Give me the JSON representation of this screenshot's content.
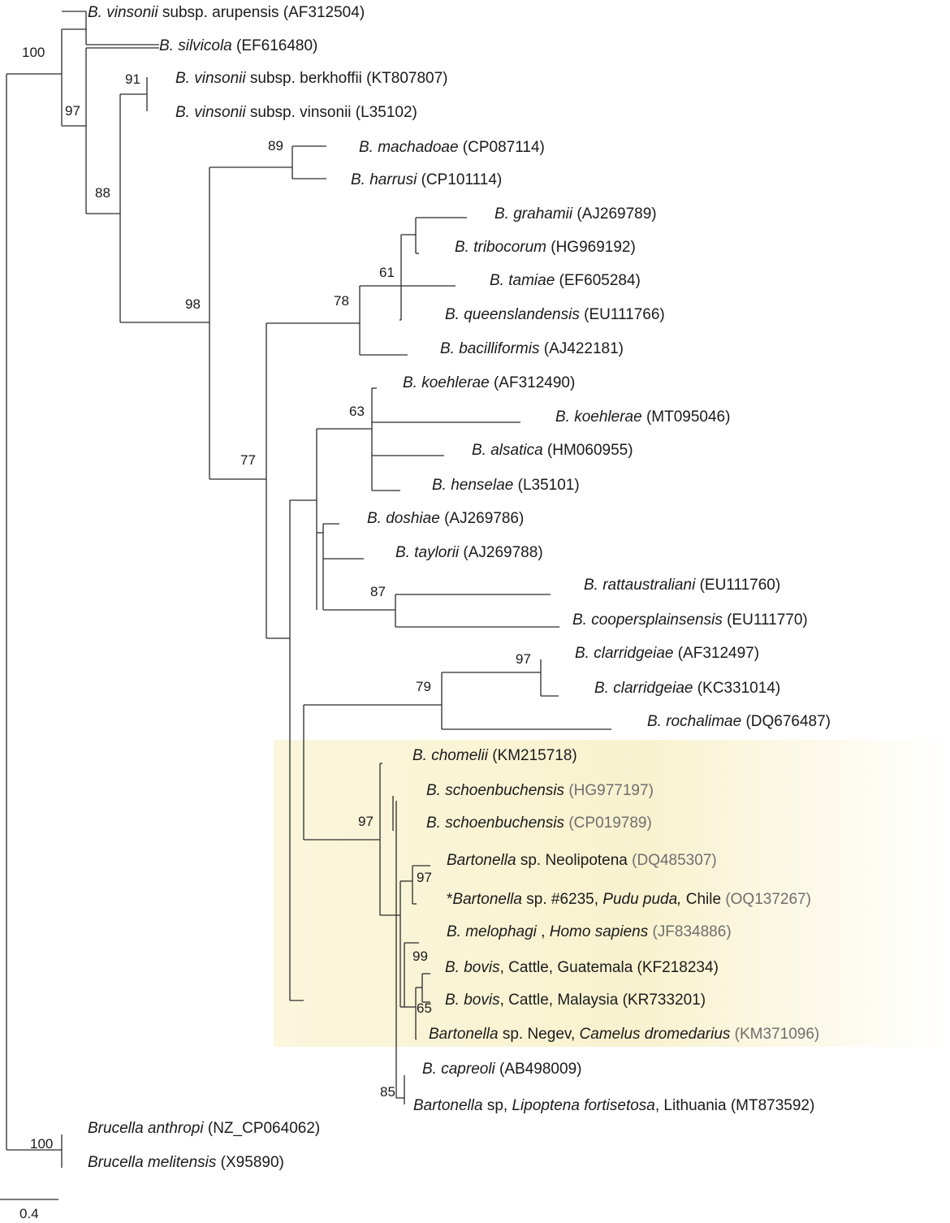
{
  "highlight_color": "#fbf6dc",
  "tips": [
    {
      "id": "t0",
      "parts": [
        {
          "t": "B. vinsonii",
          "i": true
        },
        {
          "t": " subsp. arupensis (AF312504)"
        }
      ]
    },
    {
      "id": "t1",
      "parts": [
        {
          "t": "B. silvicola",
          "i": true
        },
        {
          "t": " (EF616480)"
        }
      ]
    },
    {
      "id": "t2",
      "parts": [
        {
          "t": "B. vinsonii",
          "i": true
        },
        {
          "t": " subsp. berkhoffii (KT807807)"
        }
      ]
    },
    {
      "id": "t3",
      "parts": [
        {
          "t": "B. vinsonii",
          "i": true
        },
        {
          "t": " subsp. vinsonii (L35102)"
        }
      ]
    },
    {
      "id": "t4",
      "parts": [
        {
          "t": "B. machadoae",
          "i": true
        },
        {
          "t": " (CP087114)"
        }
      ]
    },
    {
      "id": "t5",
      "parts": [
        {
          "t": "B. harrusi",
          "i": true
        },
        {
          "t": " (CP101114)"
        }
      ]
    },
    {
      "id": "t6",
      "parts": [
        {
          "t": "B. grahamii",
          "i": true
        },
        {
          "t": "  (AJ269789)"
        }
      ]
    },
    {
      "id": "t7",
      "parts": [
        {
          "t": "B. tribocorum",
          "i": true
        },
        {
          "t": " (HG969192)"
        }
      ]
    },
    {
      "id": "t8",
      "parts": [
        {
          "t": "B. tamiae",
          "i": true
        },
        {
          "t": " (EF605284)"
        }
      ]
    },
    {
      "id": "t9",
      "parts": [
        {
          "t": "B. queenslandensis",
          "i": true
        },
        {
          "t": " (EU111766)"
        }
      ]
    },
    {
      "id": "t10",
      "parts": [
        {
          "t": "B. bacilliformis",
          "i": true
        },
        {
          "t": " (AJ422181)"
        }
      ]
    },
    {
      "id": "t11",
      "parts": [
        {
          "t": "B. koehlerae",
          "i": true
        },
        {
          "t": " (AF312490)"
        }
      ]
    },
    {
      "id": "t12",
      "parts": [
        {
          "t": "B. koehlerae",
          "i": true
        },
        {
          "t": " (MT095046)"
        }
      ]
    },
    {
      "id": "t13",
      "parts": [
        {
          "t": "B. alsatica",
          "i": true
        },
        {
          "t": " (HM060955)"
        }
      ]
    },
    {
      "id": "t14",
      "parts": [
        {
          "t": "B. henselae",
          "i": true
        },
        {
          "t": " (L35101)"
        }
      ]
    },
    {
      "id": "t15",
      "parts": [
        {
          "t": "B. doshiae",
          "i": true
        },
        {
          "t": " (AJ269786)"
        }
      ]
    },
    {
      "id": "t16",
      "parts": [
        {
          "t": "B.  taylorii",
          "i": true
        },
        {
          "t": " (AJ269788)"
        }
      ]
    },
    {
      "id": "t17",
      "parts": [
        {
          "t": "B. rattaustraliani",
          "i": true
        },
        {
          "t": " (EU111760)"
        }
      ]
    },
    {
      "id": "t18",
      "parts": [
        {
          "t": "B. coopersplainsensis",
          "i": true
        },
        {
          "t": " (EU111770)"
        }
      ]
    },
    {
      "id": "t19",
      "parts": [
        {
          "t": "B. clarridgeiae",
          "i": true
        },
        {
          "t": " (AF312497)"
        }
      ]
    },
    {
      "id": "t20",
      "parts": [
        {
          "t": "B. clarridgeiae",
          "i": true
        },
        {
          "t": " (KC331014)"
        }
      ]
    },
    {
      "id": "t21",
      "parts": [
        {
          "t": "B. rochalimae",
          "i": true
        },
        {
          "t": " (DQ676487)"
        }
      ]
    },
    {
      "id": "t22",
      "parts": [
        {
          "t": "B. chomelii",
          "i": true
        },
        {
          "t": " (KM215718)"
        }
      ]
    },
    {
      "id": "t23",
      "parts": [
        {
          "t": "B.  schoenbuchensis",
          "i": true
        },
        {
          "t": " (HG977197)",
          "d": true
        }
      ]
    },
    {
      "id": "t24",
      "parts": [
        {
          "t": "B.  schoenbuchensis",
          "i": true
        },
        {
          "t": " (CP019789)",
          "d": true
        }
      ]
    },
    {
      "id": "t25",
      "parts": [
        {
          "t": "Bartonella",
          "i": true
        },
        {
          "t": " sp. Neolipotena "
        },
        {
          "t": "(DQ485307)",
          "d": true
        }
      ]
    },
    {
      "id": "t26",
      "parts": [
        {
          "t": "*"
        },
        {
          "t": "Bartonella",
          "i": true
        },
        {
          "t": " sp. #6235, "
        },
        {
          "t": "Pudu puda,",
          "i": true
        },
        {
          "t": " Chile "
        },
        {
          "t": "(OQ137267)",
          "d": true
        }
      ]
    },
    {
      "id": "t27",
      "parts": [
        {
          "t": "B. melophagi",
          "i": true
        },
        {
          "t": " , "
        },
        {
          "t": "Homo sapiens",
          "i": true
        },
        {
          "t": " (JF834886)",
          "d": true
        }
      ]
    },
    {
      "id": "t28",
      "parts": [
        {
          "t": "B. bovis",
          "i": true
        },
        {
          "t": ", Cattle, Guatemala (KF218234)"
        }
      ]
    },
    {
      "id": "t29",
      "parts": [
        {
          "t": "B. bovis",
          "i": true
        },
        {
          "t": ", Cattle, Malaysia (KR733201)"
        }
      ]
    },
    {
      "id": "t30",
      "parts": [
        {
          "t": "Bartonella",
          "i": true
        },
        {
          "t": " sp. Negev, "
        },
        {
          "t": "Camelus dromedarius",
          "i": true
        },
        {
          "t": " (KM371096)",
          "d": true
        }
      ]
    },
    {
      "id": "t31",
      "parts": [
        {
          "t": "B. capreoli",
          "i": true
        },
        {
          "t": " (AB498009)"
        }
      ]
    },
    {
      "id": "t32",
      "parts": [
        {
          "t": "Bartonella",
          "i": true
        },
        {
          "t": " sp, "
        },
        {
          "t": "Lipoptena fortisetosa",
          "i": true
        },
        {
          "t": ", Lithuania (MT873592)"
        }
      ]
    },
    {
      "id": "t33",
      "parts": [
        {
          "t": "Brucella anthropi",
          "i": true
        },
        {
          "t": " (NZ_CP064062)"
        }
      ]
    },
    {
      "id": "t34",
      "parts": [
        {
          "t": "Brucella melitensis",
          "i": true
        },
        {
          "t": " (X95890)"
        }
      ]
    }
  ],
  "bootstrap_values": [
    "100",
    "97",
    "91",
    "88",
    "98",
    "89",
    "78",
    "61",
    "77",
    "63",
    "87",
    "79",
    "97",
    "97",
    "97",
    "99",
    "65",
    "85",
    "100"
  ],
  "scale_bar": {
    "label": "0.4"
  }
}
